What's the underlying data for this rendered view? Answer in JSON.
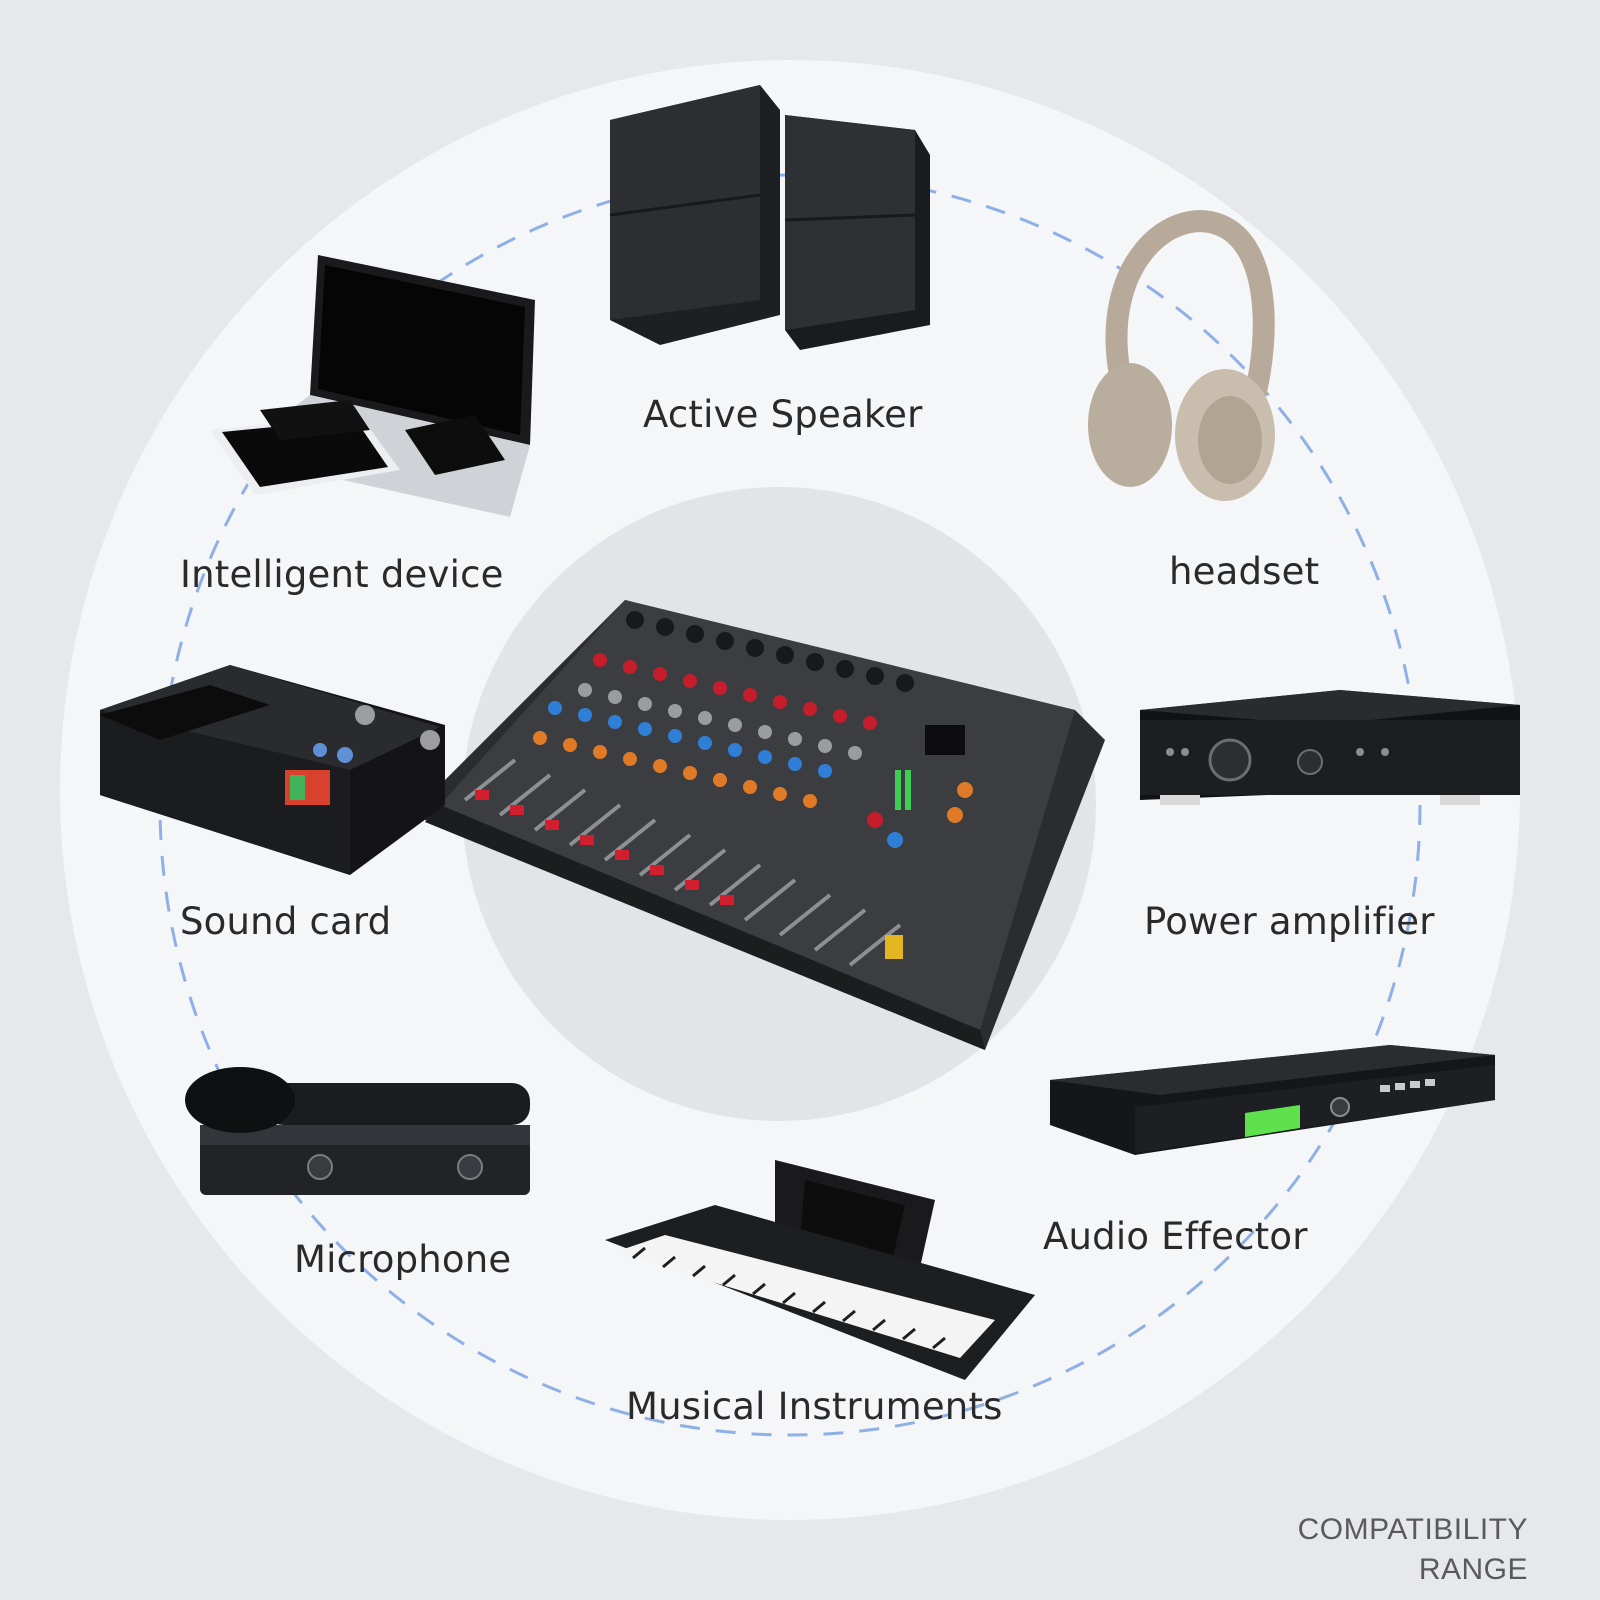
{
  "hub": {
    "name": "mixer-console"
  },
  "devices": [
    {
      "id": "active-speaker",
      "label": "Active Speaker",
      "icon": "speaker-pair-icon"
    },
    {
      "id": "headset",
      "label": "headset",
      "icon": "headphones-icon"
    },
    {
      "id": "intelligent-device",
      "label": "Intelligent device",
      "icon": "laptop-tablet-phone-icon"
    },
    {
      "id": "sound-card",
      "label": "Sound card",
      "icon": "sound-card-icon"
    },
    {
      "id": "power-amplifier",
      "label": "Power amplifier",
      "icon": "amplifier-icon"
    },
    {
      "id": "microphone",
      "label": "Microphone",
      "icon": "wireless-microphone-icon"
    },
    {
      "id": "audio-effector",
      "label": "Audio Effector",
      "icon": "rack-effector-icon"
    },
    {
      "id": "musical-instruments",
      "label": "Musical Instruments",
      "icon": "keyboard-icon"
    }
  ],
  "footer": {
    "line1": "COMPATIBILITY",
    "line2": "RANGE"
  },
  "colors": {
    "ring": "#8fb0e6",
    "background": "#e6e8ec",
    "disc": "#f5f6f8"
  }
}
